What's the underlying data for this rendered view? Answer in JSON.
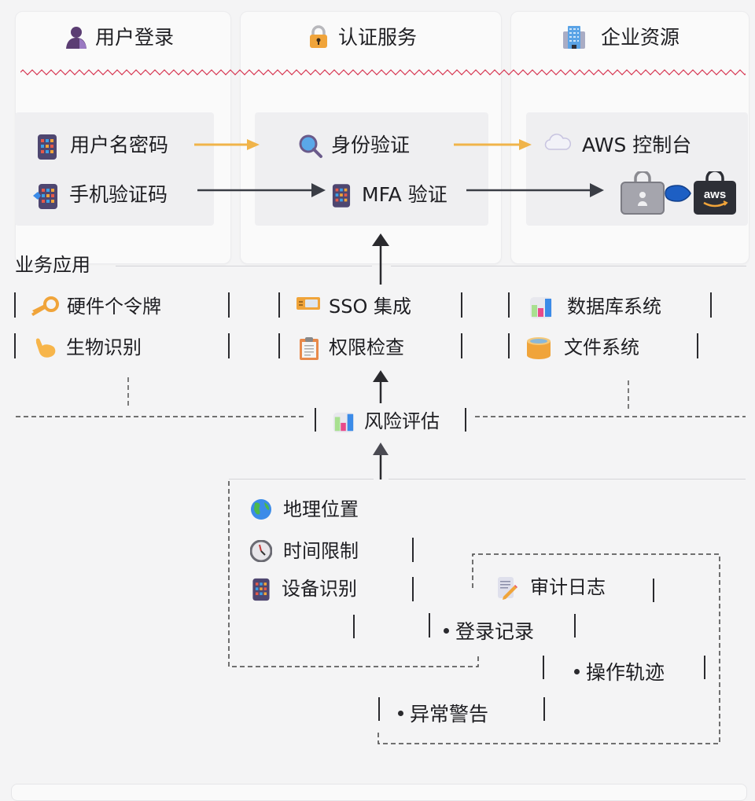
{
  "columns": [
    {
      "title": "用户登录",
      "icon": "user-silhouette-icon"
    },
    {
      "title": "认证服务",
      "icon": "padlock-icon"
    },
    {
      "title": "企业资源",
      "icon": "office-building-icon"
    }
  ],
  "login_methods": [
    {
      "label": "用户名密码",
      "icon": "keypad-icon"
    },
    {
      "label": "手机验证码",
      "icon": "phone-keypad-icon"
    }
  ],
  "auth_steps": [
    {
      "label": "身份验证",
      "icon": "magnifier-icon"
    },
    {
      "label": "MFA 验证",
      "icon": "keypad-icon"
    }
  ],
  "resources": [
    {
      "label": "AWS 控制台",
      "icon": "cloud-icon"
    }
  ],
  "resource_icons": [
    "briefcase-lock-icon",
    "blue-tag-icon",
    "aws-logo-icon"
  ],
  "aws_logo_text": "aws",
  "arrow_colors": {
    "primary": "#f0b44a",
    "secondary": "#3a3d45"
  },
  "wavy_color": "#d6334f",
  "business": {
    "title": "业务应用",
    "col1": [
      {
        "label": "硬件个令牌",
        "icon": "key-icon"
      },
      {
        "label": "生物识别",
        "icon": "pointing-hand-icon"
      }
    ],
    "col2": [
      {
        "label": "SSO 集成",
        "icon": "id-card-icon"
      },
      {
        "label": "权限检查",
        "icon": "clipboard-icon"
      }
    ],
    "col3": [
      {
        "label": "数据库系统",
        "icon": "bar-chart-icon"
      },
      {
        "label": "文件系统",
        "icon": "storage-drum-icon"
      }
    ]
  },
  "risk": {
    "label": "风险评估",
    "icon": "bar-chart-icon"
  },
  "factors": [
    {
      "label": "地理位置",
      "icon": "globe-icon"
    },
    {
      "label": "时间限制",
      "icon": "clock-icon"
    },
    {
      "label": "设备识别",
      "icon": "keypad-icon"
    }
  ],
  "audit": {
    "title": "审计日志",
    "icon": "memo-pencil-icon",
    "items": [
      "登录记录",
      "操作轨迹",
      "异常警告"
    ]
  }
}
